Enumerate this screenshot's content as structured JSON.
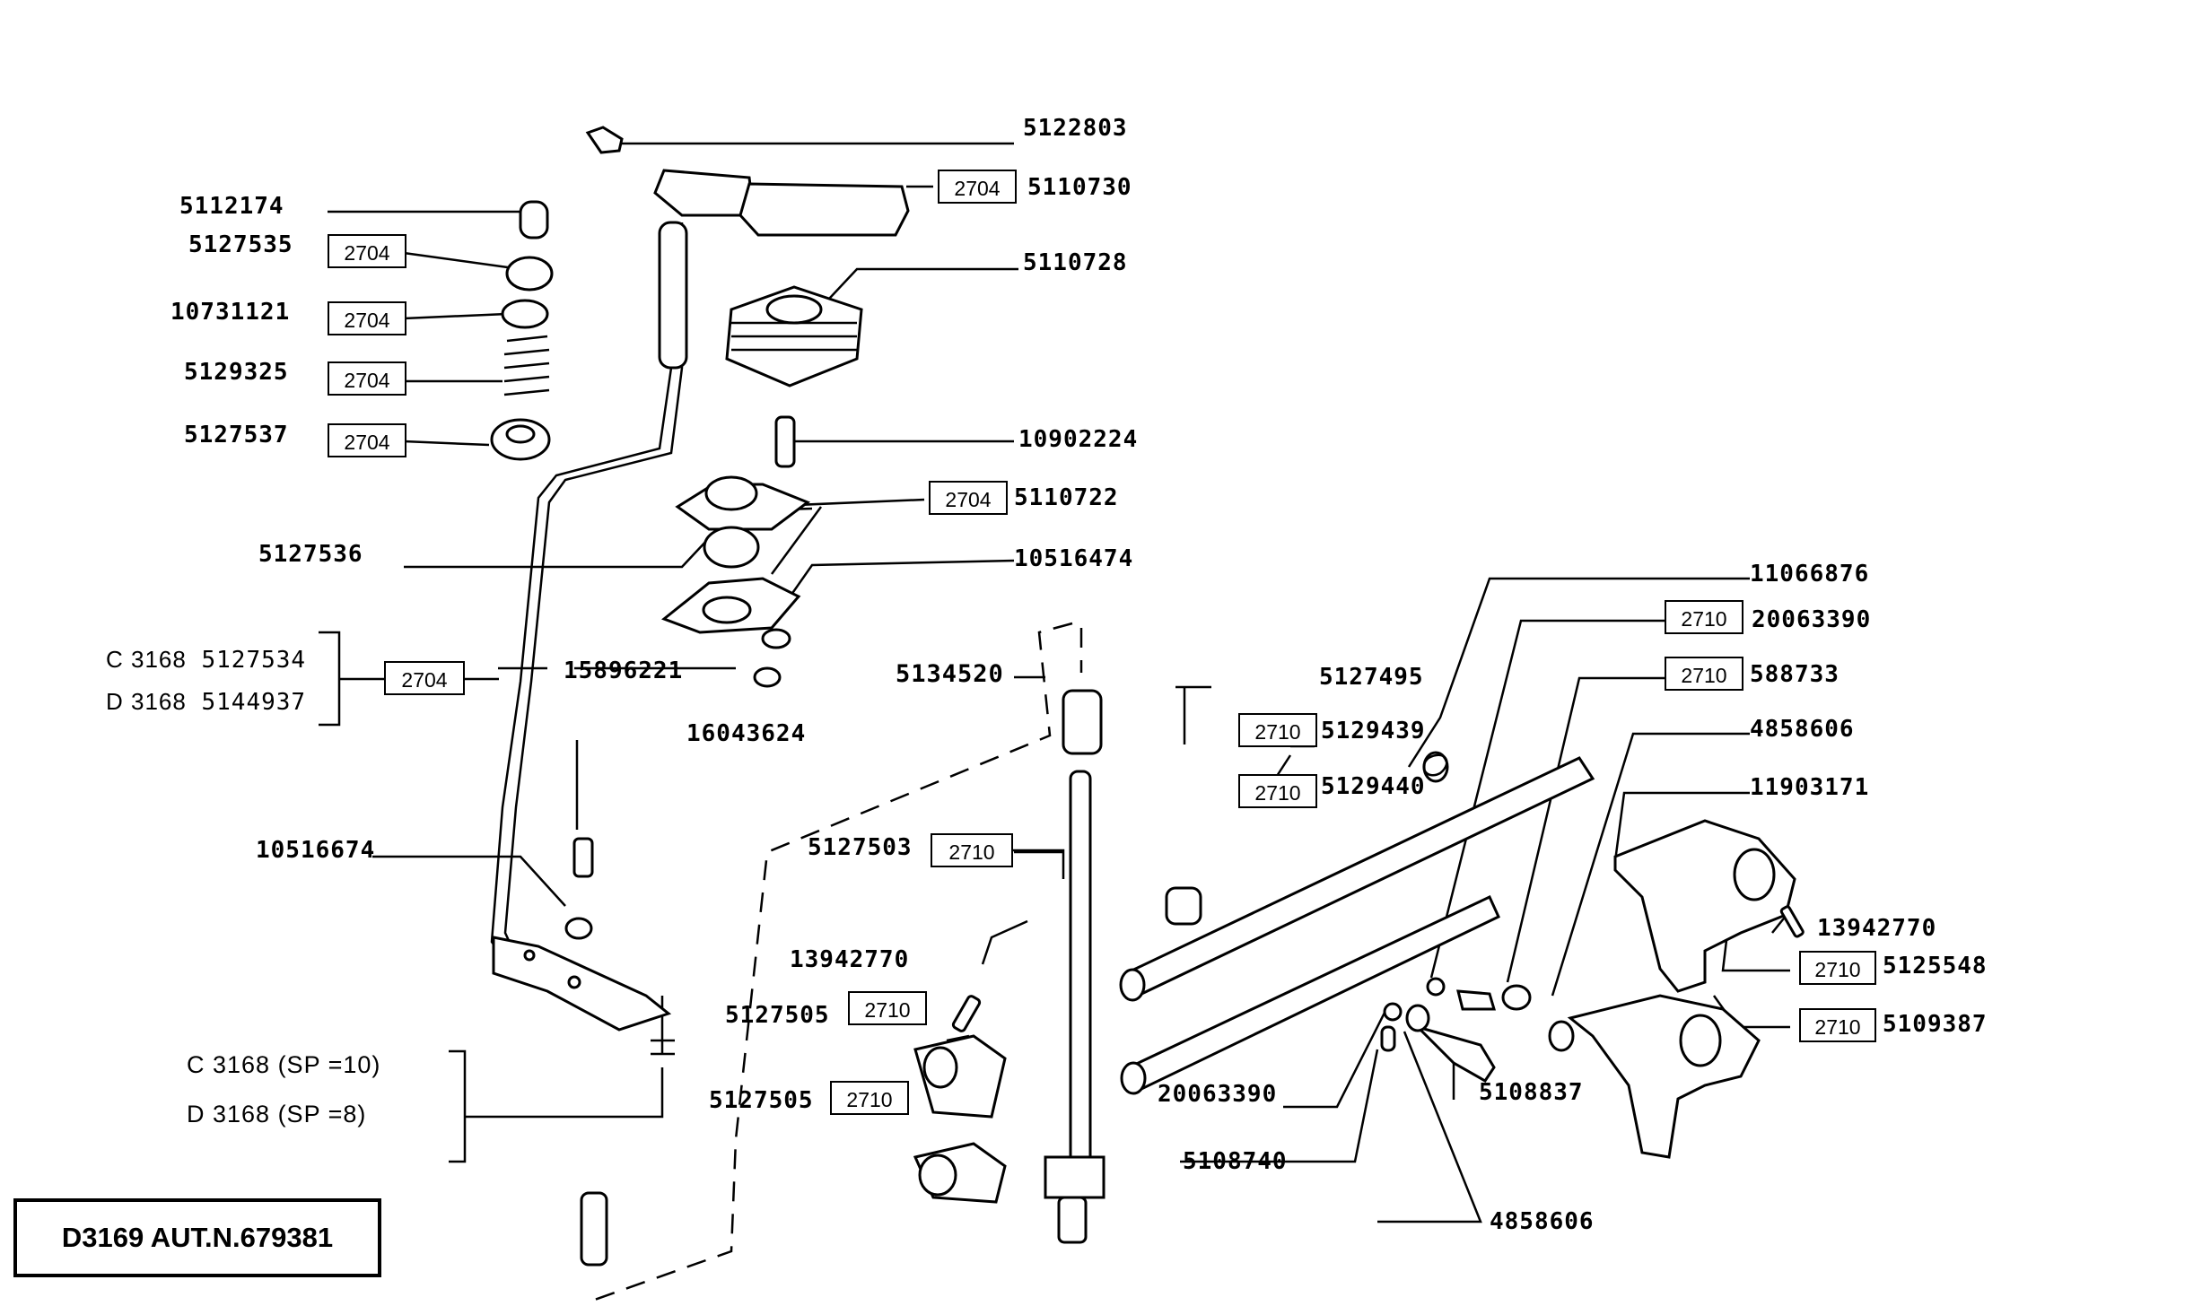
{
  "title": "D3169 AUT.N.679381",
  "labels": {
    "p5122803": "5122803",
    "p5110730": "5110730",
    "p5112174": "5112174",
    "p5127535": "5127535",
    "p5110728": "5110728",
    "p10731121": "10731121",
    "p5129325": "5129325",
    "p5127537": "5127537",
    "p10902224": "10902224",
    "p5110722": "5110722",
    "p5127536": "5127536",
    "p10516474": "10516474",
    "p11066876": "11066876",
    "p20063390a": "20063390",
    "c3168_label": "C 3168",
    "c3168_part": "5127534",
    "d3168_label": "D 3168",
    "d3168_part": "5144937",
    "p15896221": "15896221",
    "p5134520": "5134520",
    "p5127495": "5127495",
    "p588733": "588733",
    "p5129439": "5129439",
    "p16043624": "16043624",
    "p4858606a": "4858606",
    "p5129440": "5129440",
    "p11903171": "11903171",
    "p5127503": "5127503",
    "p10516674": "10516674",
    "p13942770a": "13942770",
    "p13942770b": "13942770",
    "p5125548": "5125548",
    "p5127505a": "5127505",
    "p5109387": "5109387",
    "p5127505b": "5127505",
    "p20063390b": "20063390",
    "p5108837": "5108837",
    "sp_c": "C 3168  (SP  =10)",
    "sp_d": "D 3168  (SP  =8)",
    "p5108740": "5108740",
    "p4858606b": "4858606"
  },
  "boxes": {
    "b2704": "2704",
    "b2710": "2710"
  }
}
